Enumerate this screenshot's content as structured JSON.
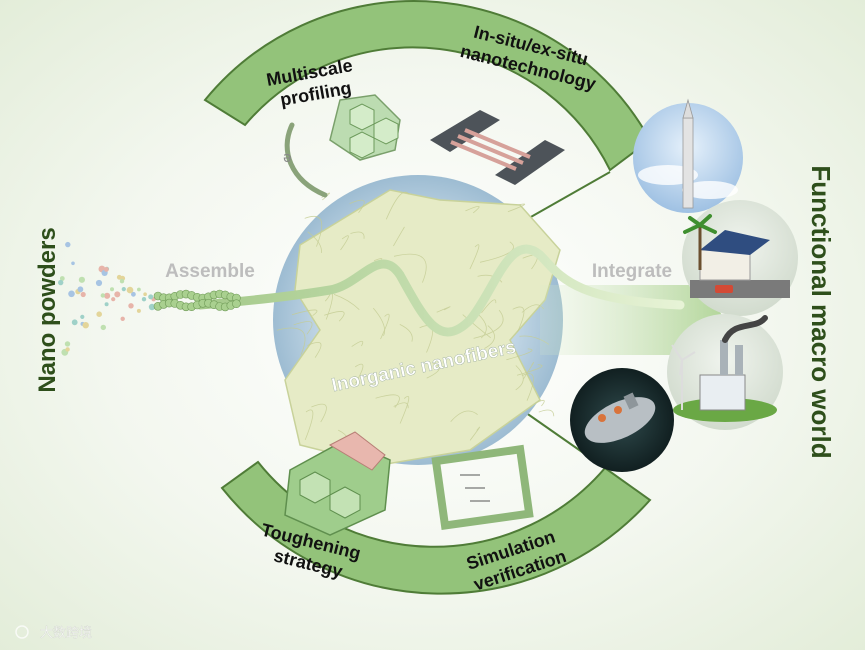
{
  "left_title": "Nano powders",
  "right_title": "Functional macro world",
  "top_arc": {
    "left_label": [
      "Multiscale",
      "profiling"
    ],
    "right_label": [
      "In-situ/ex-situ",
      "nanotechnology"
    ]
  },
  "bottom_arc": {
    "left_label": [
      "Toughening",
      "strategy"
    ],
    "right_label": [
      "Simulation",
      "verification"
    ]
  },
  "center_label": "Inorganic nanofibers",
  "arrow_left_label": "Assemble",
  "arrow_right_label": "Integrate",
  "watermark": "大数跨境",
  "colors": {
    "arc_green": "#93c37a",
    "arc_border": "#4f7c37",
    "center_glow": "#b9d3e5",
    "side_text": "#2e4f1b"
  }
}
